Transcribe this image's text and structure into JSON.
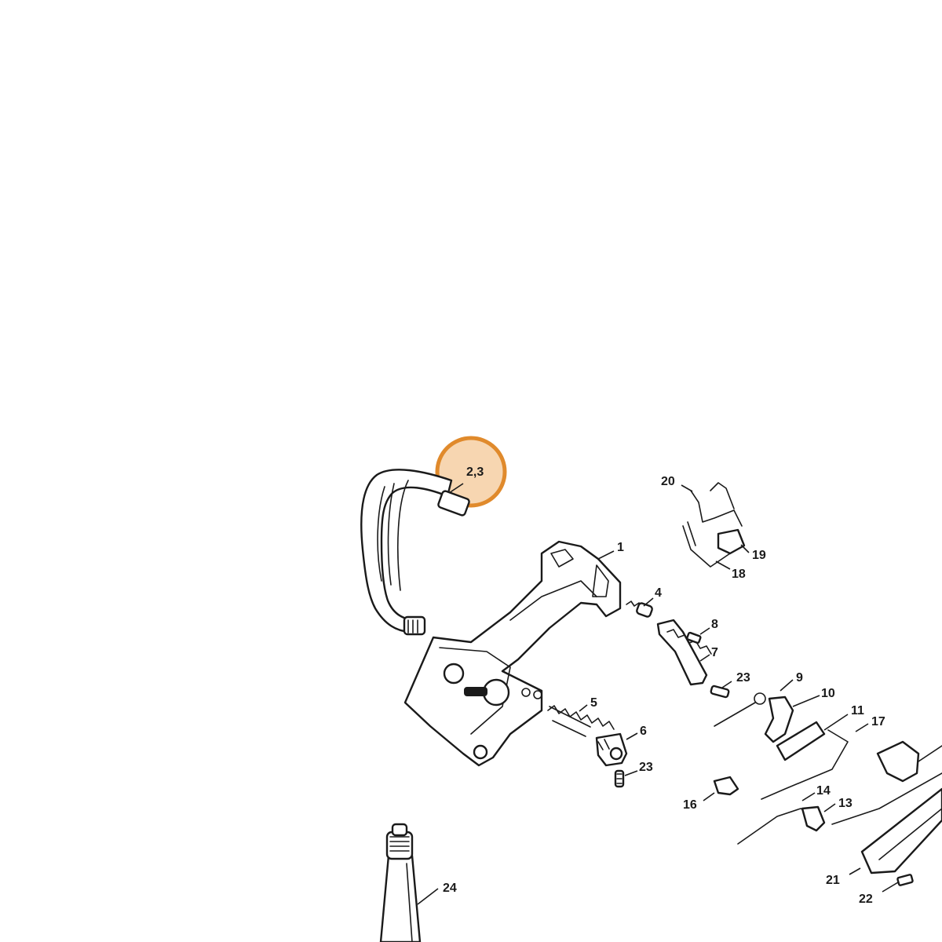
{
  "diagram": {
    "highlight_color": "#E08A2C",
    "highlight_fill": "#F6CFA3",
    "line_color": "#1a1a1a",
    "callouts": {
      "c23": "2,3",
      "c1": "1",
      "c4": "4",
      "c5": "5",
      "c6": "6",
      "c7": "7",
      "c8": "8",
      "c9": "9",
      "c10": "10",
      "c11": "11",
      "c13": "13",
      "c14": "14",
      "c16": "16",
      "c17": "17",
      "c18": "18",
      "c19": "19",
      "c20": "20",
      "c21": "21",
      "c22": "22",
      "c23a": "23",
      "c23b": "23",
      "c24": "24"
    }
  }
}
